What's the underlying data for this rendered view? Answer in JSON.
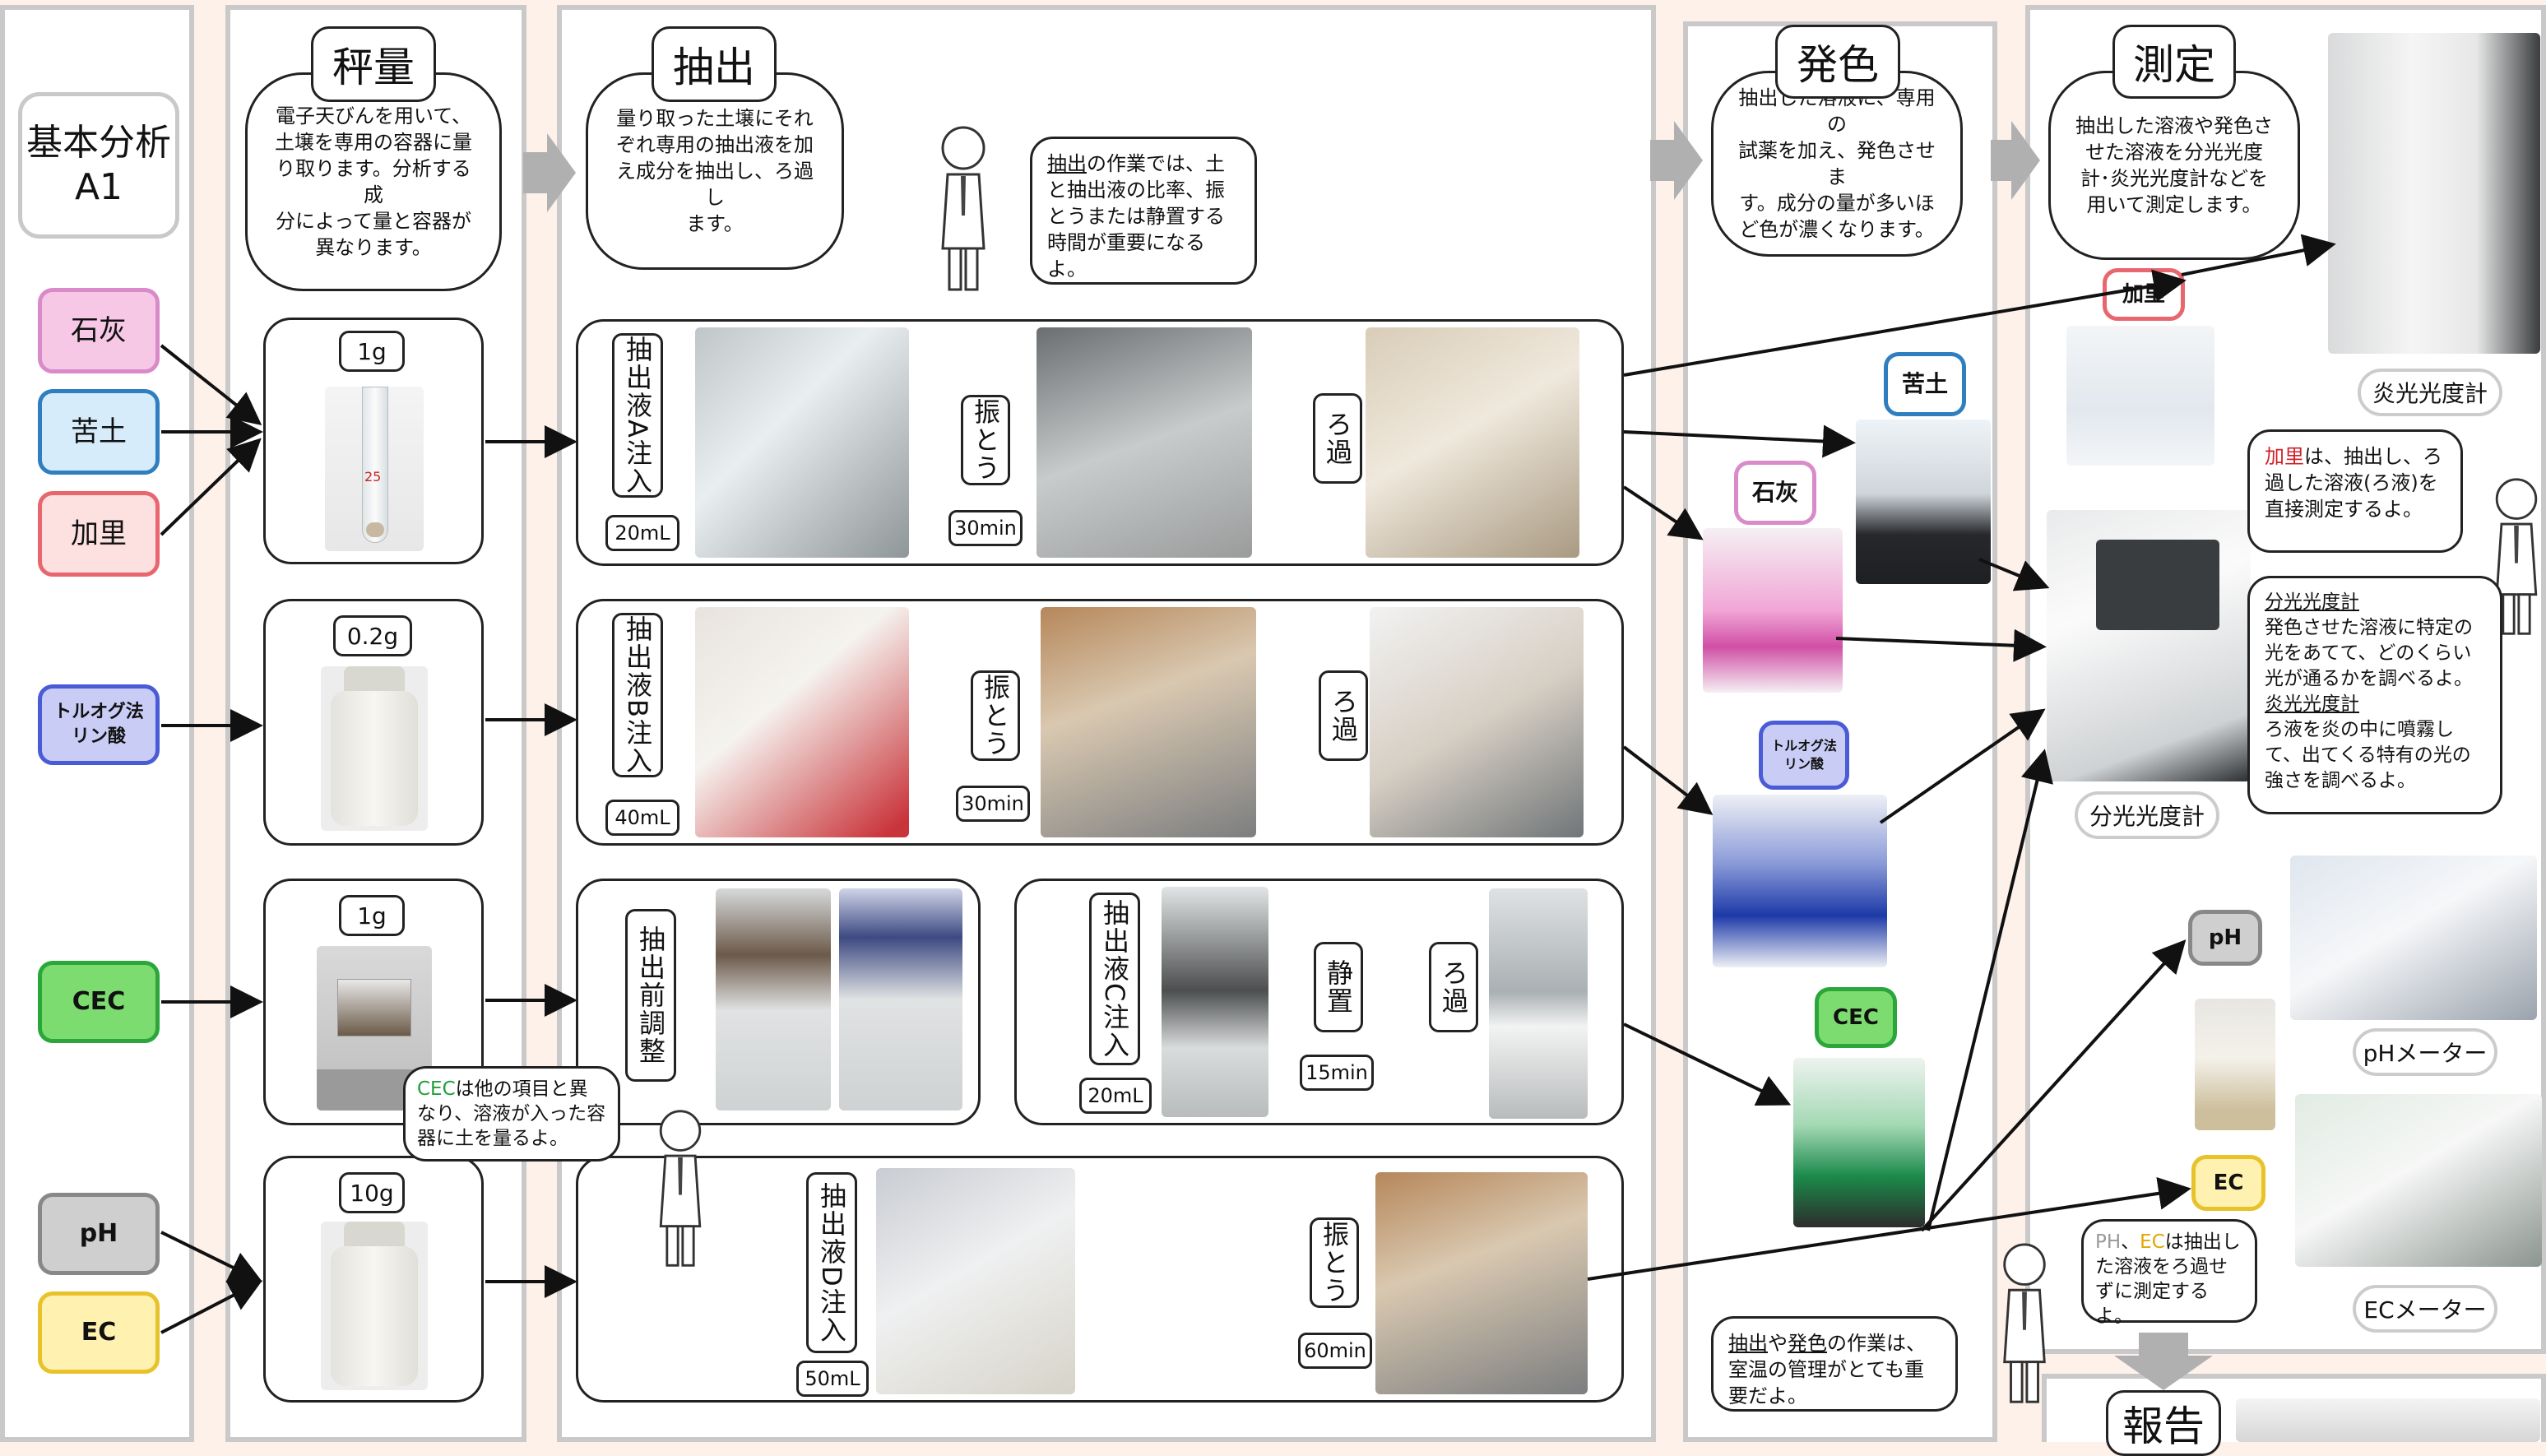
{
  "left": {
    "title_line1": "基本分析",
    "title_line2": "A1"
  },
  "tags": {
    "lime": "石灰",
    "mag": "苦土",
    "kali": "加里",
    "truog_1": "トルオグ法",
    "truog_2": "リン酸",
    "cec": "CEC",
    "ph": "pH",
    "ec": "EC"
  },
  "weigh": {
    "header": "秤量",
    "desc_lines": [
      "電子天びんを用いて、",
      "土壌を専用の容器に量",
      "り取ります。分析する成",
      "分によって量と容器が",
      "異なります。"
    ],
    "amounts": [
      "1g",
      "0.2g",
      "1g",
      "10g"
    ],
    "tube_mark": "25"
  },
  "extract": {
    "header": "抽出",
    "desc_lines": [
      "量り取った土壌にそれ",
      "ぞれ専用の抽出液を加",
      "え成分を抽出し、ろ過し",
      "ます。"
    ],
    "tip_prefix": "抽出",
    "tip_rest": "の作業では、土と抽出液の比率、振とうまたは静置する時間が重要になるよ。",
    "row1": {
      "step1": "抽出液A注入",
      "vol1": "20mL",
      "step2": "振とう",
      "time2": "30min",
      "step3": "ろ過"
    },
    "row2": {
      "step1": "抽出液B注入",
      "vol1": "40mL",
      "step2": "振とう",
      "time2": "30min",
      "step3": "ろ過"
    },
    "row3": {
      "pre": "抽出前調整",
      "step1": "抽出液C注入",
      "vol1": "20mL",
      "step2": "静置",
      "time2": "15min",
      "step3": "ろ過"
    },
    "row4": {
      "step1": "抽出液D注入",
      "vol1": "50mL",
      "step2": "振とう",
      "time2": "60min"
    },
    "cec_note_prefix": "CEC",
    "cec_note_rest": "は他の項目と異なり、溶液が入った容器に土を量るよ。"
  },
  "color": {
    "header": "発色",
    "desc_lines": [
      "抽出した溶液に、専用の",
      "試薬を加え、発色させま",
      "す。成分の量が多いほ",
      "ど色が濃くなります。"
    ],
    "note_a": "抽出",
    "note_mid": "や",
    "note_b": "発色",
    "note_rest": "の作業は、室温の管理がとても重要だよ。"
  },
  "measure": {
    "header": "測定",
    "desc_lines": [
      "抽出した溶液や発色さ",
      "せた溶液を分光光度",
      "計･炎光光度計などを",
      "用いて測定します。"
    ],
    "flame": "炎光光度計",
    "spectro": "分光光度計",
    "ph_meter": "pHメーター",
    "ec_meter": "ECメーター",
    "kali_note_prefix": "加里",
    "kali_note_rest": "は、抽出し、ろ過した溶液(ろ液)を直接測定するよ。",
    "exp_title1": "分光光度計",
    "exp_body1": "発色させた溶液に特定の光をあてて、どのくらい光が通るかを調べるよ。",
    "exp_title2": "炎光光度計",
    "exp_body2": "ろ液を炎の中に噴霧して、出てくる特有の光の強さを調べるよ。",
    "phec_a": "PH",
    "phec_sep": "、",
    "phec_b": "EC",
    "phec_rest": "は抽出した溶液をろ過せずに測定するよ。"
  },
  "report": {
    "header": "報告"
  },
  "colors": {
    "lime": "#f6c8e6",
    "lime_border": "#d98bc9",
    "mag": "#d6ecfb",
    "mag_border": "#2f7fc0",
    "kali": "#fde0e0",
    "kali_border": "#e8666e",
    "truog": "#c9cdf6",
    "truog_border": "#4a5bd6",
    "cec": "#7ddc70",
    "cec_border": "#2aa63a",
    "ph": "#cfcfcf",
    "ph_border": "#888888",
    "ec": "#fff2b0",
    "ec_border": "#e8c22a"
  }
}
